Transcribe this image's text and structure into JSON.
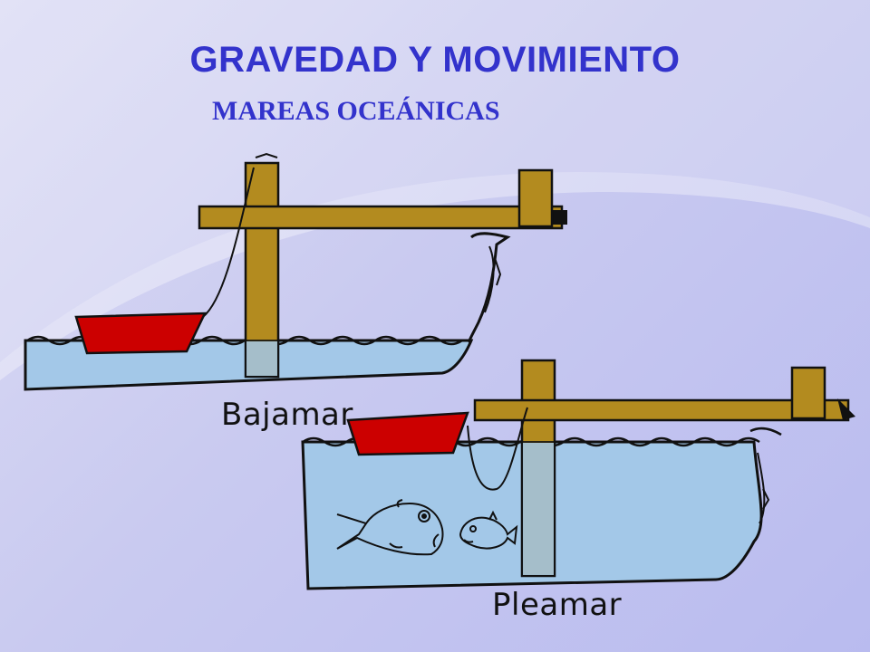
{
  "slide": {
    "title": "GRAVEDAD Y MOVIMIENTO",
    "subtitle": "MAREAS OCEÁNICAS"
  },
  "panels": [
    {
      "caption": "Bajamar",
      "state": "low-tide"
    },
    {
      "caption": "Pleamar",
      "state": "high-tide"
    }
  ],
  "colors": {
    "title": "#3333cc",
    "water": "#a3c8e8",
    "wood": "#b38b1f",
    "boat": "#cc0000",
    "outline": "#111111"
  }
}
